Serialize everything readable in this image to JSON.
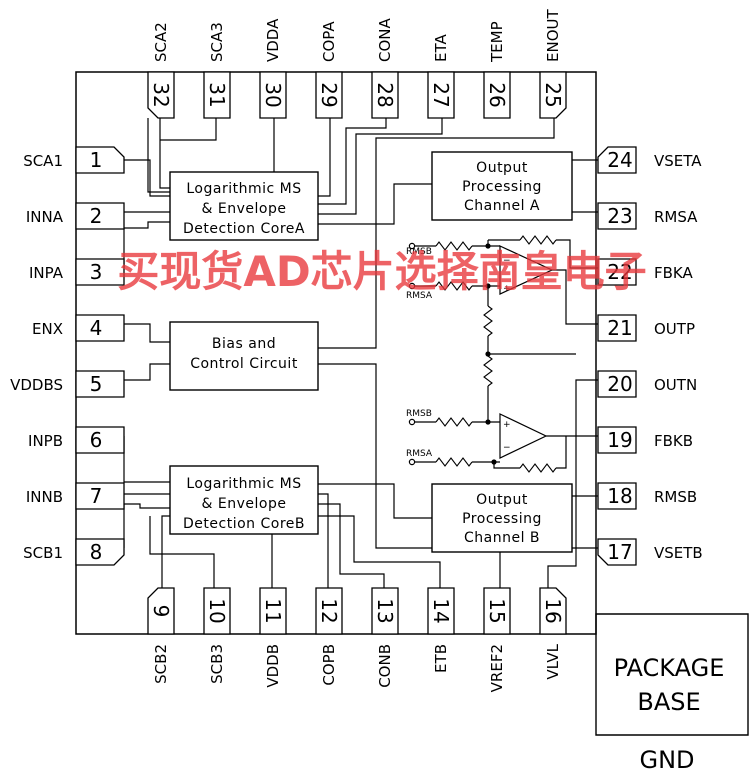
{
  "pins": {
    "top": [
      {
        "num": "32",
        "name": "SCA2"
      },
      {
        "num": "31",
        "name": "SCA3"
      },
      {
        "num": "30",
        "name": "VDDA"
      },
      {
        "num": "29",
        "name": "COPA"
      },
      {
        "num": "28",
        "name": "CONA"
      },
      {
        "num": "27",
        "name": "ETA"
      },
      {
        "num": "26",
        "name": "TEMP"
      },
      {
        "num": "25",
        "name": "ENOUT"
      }
    ],
    "left": [
      {
        "num": "1",
        "name": "SCA1"
      },
      {
        "num": "2",
        "name": "INNA"
      },
      {
        "num": "3",
        "name": "INPA"
      },
      {
        "num": "4",
        "name": "ENX"
      },
      {
        "num": "5",
        "name": "VDDBS"
      },
      {
        "num": "6",
        "name": "INPB"
      },
      {
        "num": "7",
        "name": "INNB"
      },
      {
        "num": "8",
        "name": "SCB1"
      }
    ],
    "right": [
      {
        "num": "24",
        "name": "VSETA"
      },
      {
        "num": "23",
        "name": "RMSA"
      },
      {
        "num": "22",
        "name": "FBKA"
      },
      {
        "num": "21",
        "name": "OUTP"
      },
      {
        "num": "20",
        "name": "OUTN"
      },
      {
        "num": "19",
        "name": "FBKB"
      },
      {
        "num": "18",
        "name": "RMSB"
      },
      {
        "num": "17",
        "name": "VSETB"
      }
    ],
    "bottom": [
      {
        "num": "9",
        "name": "SCB2"
      },
      {
        "num": "10",
        "name": "SCB3"
      },
      {
        "num": "11",
        "name": "VDDB"
      },
      {
        "num": "12",
        "name": "COPB"
      },
      {
        "num": "13",
        "name": "CONB"
      },
      {
        "num": "14",
        "name": "ETB"
      },
      {
        "num": "15",
        "name": "VREF2"
      },
      {
        "num": "16",
        "name": "VLVL"
      }
    ]
  },
  "blocks": {
    "core_a": [
      "Logarithmic MS",
      "& Envelope",
      "Detection CoreA"
    ],
    "bias": [
      "Bias and",
      "Control Circuit"
    ],
    "core_b": [
      "Logarithmic MS",
      "& Envelope",
      "Detection CoreB"
    ],
    "out_a": [
      "Output",
      "Processing",
      "Channel A"
    ],
    "out_b": [
      "Output",
      "Processing",
      "Channel B"
    ]
  },
  "amp_labels": {
    "rmsb": "RMSB",
    "rmsa": "RMSA",
    "plus": "+",
    "minus": "−"
  },
  "package": {
    "line1": "PACKAGE",
    "line2": "BASE",
    "gnd": "GND"
  },
  "watermark": "买现货AD芯片选择南皇电子"
}
